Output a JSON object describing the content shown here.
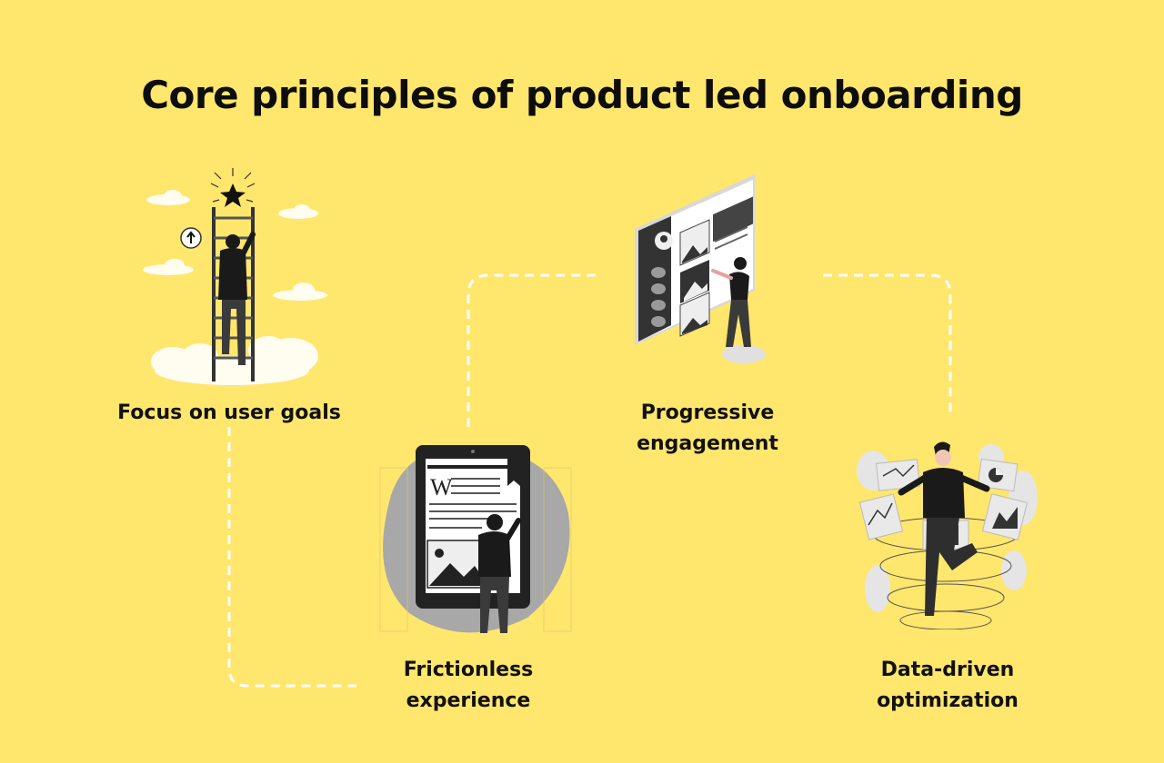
{
  "title": "Core principles of product led onboarding",
  "principles": [
    {
      "label": "Focus on user goals",
      "icon": "ladder-star-icon"
    },
    {
      "label": "Frictionless experience",
      "icon": "tablet-reader-icon"
    },
    {
      "label": "Progressive engagement",
      "icon": "dashboard-screen-icon"
    },
    {
      "label": "Data-driven optimization",
      "icon": "analytics-person-icon"
    }
  ],
  "colors": {
    "background": "#FFE66D",
    "text": "#111111",
    "connector": "#FFFFFF",
    "illustration_dark": "#222222",
    "illustration_gray": "#BDBDBD"
  }
}
